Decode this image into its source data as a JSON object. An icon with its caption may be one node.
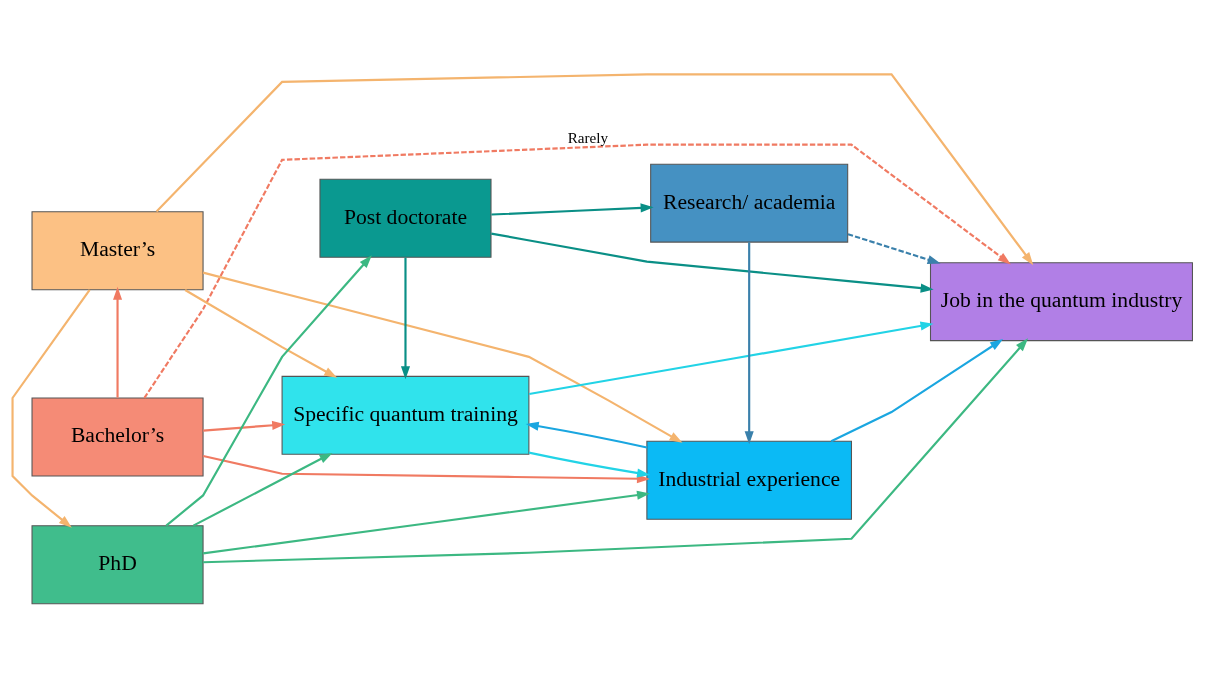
{
  "diagram": {
    "nodes": [
      {
        "text": [
          "Bachelor’s"
        ]
      },
      {
        "text": [
          "Master’s"
        ]
      },
      {
        "text": [
          "PhD"
        ]
      },
      {
        "text": [
          "Specific quantum training"
        ]
      },
      {
        "text": [
          "Industrial experience"
        ]
      },
      {
        "text": [
          "Post doctorate"
        ]
      },
      {
        "text": [
          "Research/ academia"
        ]
      },
      {
        "text": [
          "Job in the quantum industry"
        ]
      }
    ],
    "edges": [
      {
        "from": 0,
        "to": 7,
        "arrow": "to",
        "label": "Rarely",
        "style": "dashed",
        "color": "#f07a62"
      },
      {
        "from": 0,
        "to": 4,
        "arrow": "to",
        "color": "#f07a62"
      },
      {
        "from": 0,
        "to": 3,
        "arrow": "to",
        "color": "#f07a62"
      },
      {
        "from": 0,
        "to": 1,
        "arrow": "to",
        "color": "#f07a62"
      },
      {
        "from": 1,
        "to": 7,
        "arrow": "to",
        "color": "#f4b46e"
      },
      {
        "from": 1,
        "to": 4,
        "arrow": "to",
        "color": "#f4b46e"
      },
      {
        "from": 1,
        "to": 3,
        "arrow": "to",
        "color": "#f4b46e"
      },
      {
        "from": 1,
        "to": 2,
        "arrow": "to",
        "color": "#f4b46e"
      },
      {
        "from": 3,
        "to": 4,
        "arrow": "to",
        "color": "#22d3e6"
      },
      {
        "from": 4,
        "to": 3,
        "arrow": "to",
        "color": "#1aa6e0"
      },
      {
        "from": 4,
        "to": 7,
        "arrow": "to",
        "color": "#1aa6e0"
      },
      {
        "from": 3,
        "to": 7,
        "arrow": "to",
        "color": "#22d3e6"
      },
      {
        "from": 2,
        "to": 3,
        "arrow": "to",
        "color": "#3cb882"
      },
      {
        "from": 2,
        "to": 4,
        "arrow": "to",
        "color": "#3cb882"
      },
      {
        "from": 2,
        "to": 7,
        "arrow": "to",
        "color": "#3cb882"
      },
      {
        "from": 2,
        "to": 5,
        "arrow": "to",
        "color": "#3cb882"
      },
      {
        "from": 5,
        "to": 3,
        "arrow": "to",
        "color": "#0a8f86"
      },
      {
        "from": 5,
        "to": 7,
        "arrow": "to",
        "color": "#0a8f86"
      },
      {
        "from": 5,
        "to": 6,
        "arrow": "to",
        "color": "#0a8f86"
      },
      {
        "from": 6,
        "to": 4,
        "arrow": "to",
        "color": "#3a80ab"
      },
      {
        "from": 6,
        "to": 7,
        "arrow": "to",
        "style": "dashed",
        "color": "#3a80ab"
      }
    ]
  }
}
